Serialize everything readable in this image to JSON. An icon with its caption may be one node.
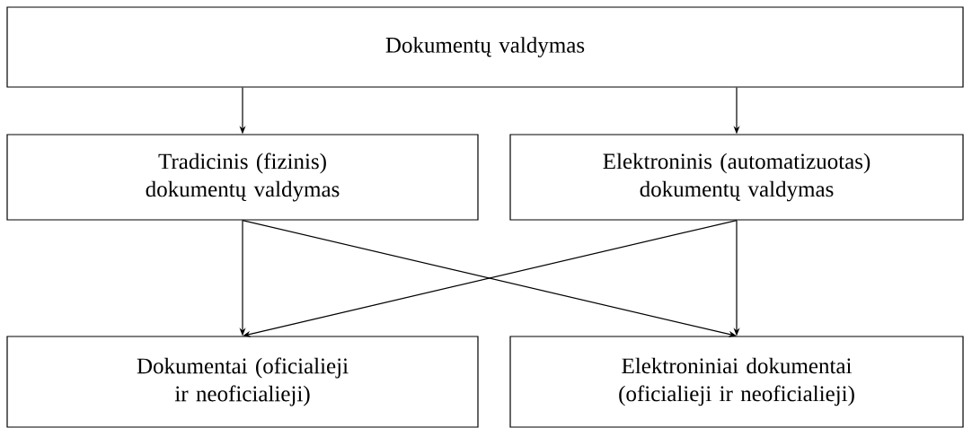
{
  "diagram": {
    "nodes": [
      {
        "text": [
          "Dokumentų valdymas"
        ]
      },
      {
        "text": [
          "Tradicinis (fizinis) dokumentų valdymas"
        ]
      },
      {
        "text": [
          "Elektroninis (automatizuotas) dokumentų valdymas"
        ]
      },
      {
        "text": [
          "Dokumentai (oficialieji ir neoficialieji)"
        ]
      },
      {
        "text": [
          "Elektroniniai dokumentai (oficialieji ir neoficialieji)"
        ]
      }
    ],
    "edges": [
      {
        "from": 0,
        "to": 1,
        "arrow": "to"
      },
      {
        "from": 0,
        "to": 2,
        "arrow": "to"
      },
      {
        "from": 1,
        "to": 3,
        "arrow": "to"
      },
      {
        "from": 1,
        "to": 4,
        "arrow": "to"
      },
      {
        "from": 2,
        "to": 4,
        "arrow": "to"
      },
      {
        "from": 2,
        "to": 3,
        "arrow": "to"
      }
    ]
  }
}
